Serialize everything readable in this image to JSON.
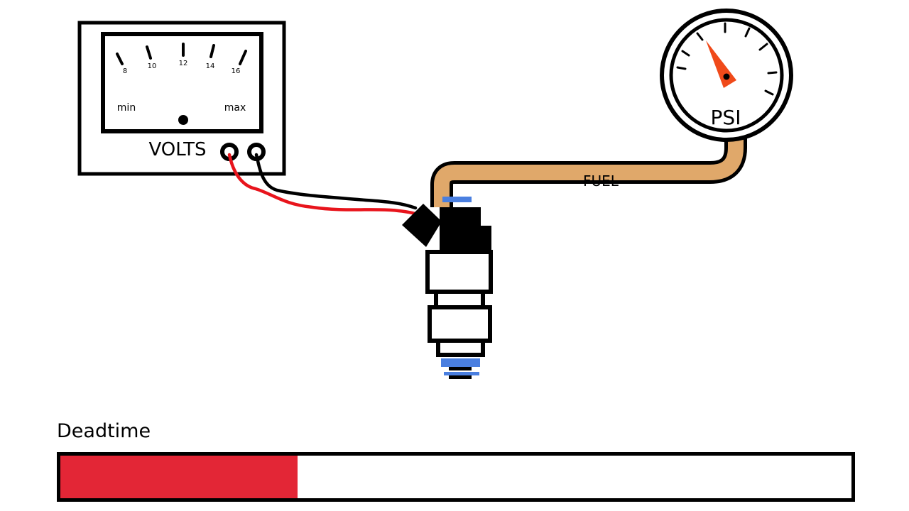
{
  "voltmeter": {
    "ticks": [
      "8",
      "10",
      "12",
      "14",
      "16"
    ],
    "min_label": "min",
    "max_label": "max",
    "title": "VOLTS"
  },
  "hose_label": "FUEL",
  "gauge_label": "PSI",
  "deadtime": {
    "label": "Deadtime",
    "fraction": 0.3
  },
  "colors": {
    "fuel_line": "#e0a86a",
    "wire_positive": "#e8141c",
    "wire_negative": "#000000",
    "seal": "#4a7fe0",
    "needle": "#f04a1a",
    "progress": "#e32636"
  }
}
